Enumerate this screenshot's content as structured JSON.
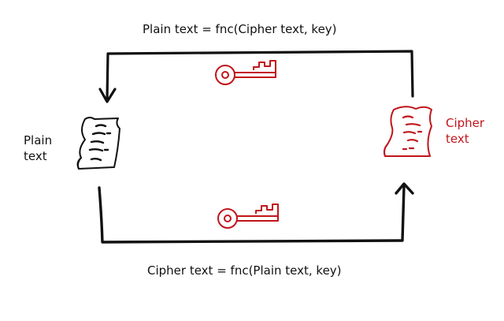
{
  "diagram": {
    "decrypt_formula": "Plain text = fnc(Cipher text, key)",
    "encrypt_formula": "Cipher text = fnc(Plain text, key)",
    "plaintext_label": "Plain\ntext",
    "ciphertext_label": "Cipher\ntext",
    "colors": {
      "plain": "#111111",
      "cipher": "#c0151b",
      "key": "#c0151b",
      "arrow": "#111111"
    },
    "icons": {
      "key": "key-icon",
      "plaintext_document": "scroll-document-icon",
      "ciphertext_document": "scroll-document-icon"
    }
  }
}
